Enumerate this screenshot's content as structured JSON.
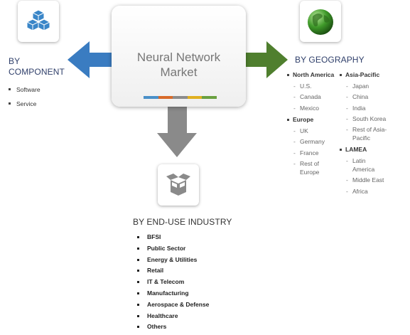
{
  "center": {
    "title_line1": "Neural Network",
    "title_line2": "Market"
  },
  "colors": {
    "component_arrow": "#3a7cc1",
    "geography_arrow": "#4f7f2e",
    "industry_arrow": "#8a8a8a",
    "bar": [
      "#4a90c8",
      "#d86a2a",
      "#8c8c8c",
      "#e0b020",
      "#6aa040"
    ]
  },
  "component": {
    "icon": "cubes-icon",
    "heading_line1": "BY",
    "heading_line2": "COMPONENT",
    "items": [
      "Software",
      "Service"
    ]
  },
  "geography": {
    "icon": "globe-icon",
    "heading": "BY GEOGRAPHY",
    "north_america": {
      "title": "North America",
      "items": [
        "U.S.",
        "Canada",
        "Mexico"
      ]
    },
    "europe": {
      "title": "Europe",
      "items": [
        "UK",
        "Germany",
        "France",
        "Rest of",
        "Europe"
      ]
    },
    "asia_pacific": {
      "title": "Asia-Pacific",
      "items": [
        "Japan",
        "China",
        "India",
        "South Korea",
        "Rest of Asia-",
        "Pacific"
      ]
    },
    "lamea": {
      "title": "LAMEA",
      "items": [
        "Latin",
        "America",
        "Middle East",
        "Africa"
      ]
    }
  },
  "industry": {
    "icon": "box-icon",
    "heading": "BY END-USE INDUSTRY",
    "items": [
      "BFSI",
      "Public Sector",
      "Energy & Utilities",
      "Retail",
      "IT & Telecom",
      "Manufacturing",
      "Aerospace & Defense",
      "Healthcare",
      "Others"
    ]
  }
}
